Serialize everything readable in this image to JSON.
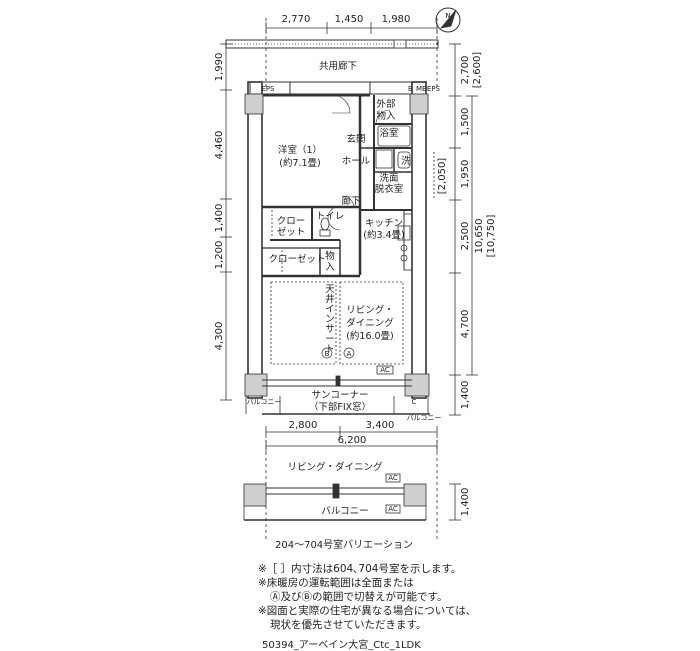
{
  "dims_top": [
    "2,770",
    "1,450",
    "1,980"
  ],
  "dims_left": [
    "1,990",
    "4,460",
    "1,400",
    "1,200",
    "4,300"
  ],
  "dims_right": [
    "2,700",
    "[2,600]",
    "1,500",
    "1,950",
    "[2,050]",
    "2,500",
    "10,650",
    "[10,750]",
    "4,700",
    "1,400"
  ],
  "dims_bottom": [
    "2,800",
    "3,400",
    "6,200"
  ],
  "variation_dim": "1,400",
  "compass_label": "N",
  "rooms": {
    "corridor": "共用廊下",
    "eps": "EPS",
    "mb": "MBEPS",
    "b": "B",
    "outside_storage": [
      "外部",
      "物入"
    ],
    "entrance": "玄関",
    "bath": "浴室",
    "hall": "ホール",
    "sink": "洗",
    "washroom": [
      "洗面",
      "脱衣室"
    ],
    "western_room": [
      "洋室（1）",
      "(約7.1畳)"
    ],
    "hallway": "廊下",
    "closet1": [
      "クロー",
      "ゼット"
    ],
    "toilet": "トイレ",
    "kitchen": [
      "キッチン",
      "(約3.4畳)"
    ],
    "storage": [
      "物",
      "入"
    ],
    "closet2": "クローゼット",
    "living": [
      "リビング・",
      "ダイニング",
      "(約16.0畳)"
    ],
    "ceiling_insert": [
      "天",
      "井",
      "イ",
      "ン",
      "サ",
      "ー",
      "ト"
    ],
    "mark_a": "A",
    "mark_b": "B",
    "ac": "AC",
    "sun_corner": [
      "サンコーナー",
      "（下部FIX窓）"
    ],
    "balcony_left": "バルコニー",
    "balcony_right": "バルコニー",
    "c": "C"
  },
  "variation": {
    "living": "リビング・ダイニング",
    "balcony": "バルコニー",
    "ac": "AC",
    "caption": "204〜704号室バリエーション"
  },
  "notes": [
    "※［ ］内寸法は604､704号室を示します。",
    "※床暖房の運転範囲は全面または",
    "Ⓐ及びⒷの範囲で切替えが可能です。",
    "※図面と実際の住宅が異なる場合については、",
    "現状を優先させていただきます。"
  ],
  "footer": "50394_アーベイン大宮_Ctc_1LDK"
}
